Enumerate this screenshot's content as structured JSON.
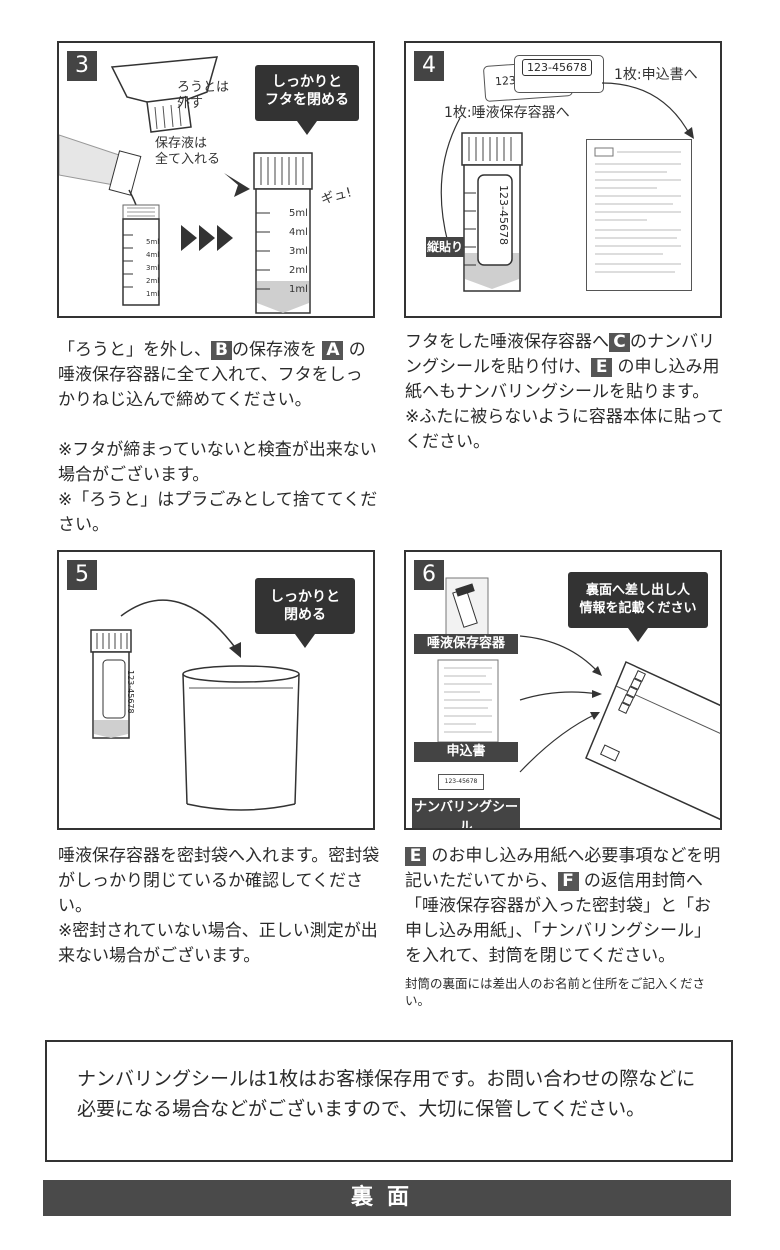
{
  "step3": {
    "number": "3",
    "funnel_label": "ろうとは\n外す",
    "bubble": "しっかりと\nフタを閉める",
    "solution_label": "保存液は\n全て入れる",
    "squeeze": "ギュ!",
    "scale": [
      "5ml",
      "4ml",
      "3ml",
      "2ml",
      "1ml"
    ],
    "text": [
      [
        {
          "t": "「ろうと」を外し、"
        },
        {
          "tag": "B"
        },
        {
          "t": "の保存液を "
        },
        {
          "tag": "A"
        },
        {
          "t": " の唾液保存容器に全て入れて、フタをしっかりねじ込んで締めてください。"
        }
      ],
      "",
      [
        {
          "t": "※フタが締まっていないと検査が出来ない場合がございます。"
        }
      ],
      [
        {
          "t": "※「ろうと」はプラごみとして捨ててください。"
        }
      ]
    ]
  },
  "step4": {
    "number": "4",
    "label_code": "123-45678",
    "label_code_short": "123",
    "to_form": "1枚:申込書へ",
    "to_container": "1枚:唾液保存容器へ",
    "vertical_tag": "縦貼り",
    "text": [
      [
        {
          "t": "フタをした唾液保存容器へ"
        },
        {
          "tag": "C"
        },
        {
          "t": "のナンバリングシールを貼り付け、"
        },
        {
          "tag": "E"
        },
        {
          "t": " の申し込み用紙へもナンバリングシールを貼ります。"
        }
      ],
      [
        {
          "t": "※ふたに被らないように容器本体に貼ってください。"
        }
      ]
    ]
  },
  "step5": {
    "number": "5",
    "bubble": "しっかりと\n閉める",
    "label_code": "123-45678",
    "text": [
      [
        {
          "t": "唾液保存容器を密封袋へ入れます。密封袋がしっかり閉じているか確認してください。"
        }
      ],
      [
        {
          "t": "※密封されていない場合、正しい測定が出来ない場合がございます。"
        }
      ]
    ]
  },
  "step6": {
    "number": "6",
    "bubble": "裏面へ差し出し人\n情報を記載ください",
    "item1": "唾液保存容器",
    "item2": "申込書",
    "item3": "ナンバリングシール",
    "label_code": "123-45678",
    "text": [
      [
        {
          "tag": "E"
        },
        {
          "t": " のお申し込み用紙へ必要事項などを明記いただいてから、"
        },
        {
          "tag": "F"
        },
        {
          "t": " の返信用封筒へ「唾液保存容器が入った密封袋」と「お申し込み用紙」、「ナンバリングシール」を入れて、封筒を閉じてください。"
        }
      ]
    ],
    "small_text": "封筒の裏面には差出人のお名前と住所をご記入ください。"
  },
  "notice": "ナンバリングシールは1枚はお客様保存用です。お問い合わせの際などに必要になる場合などがございますので、大切に保管してください。",
  "footer": "裏面"
}
